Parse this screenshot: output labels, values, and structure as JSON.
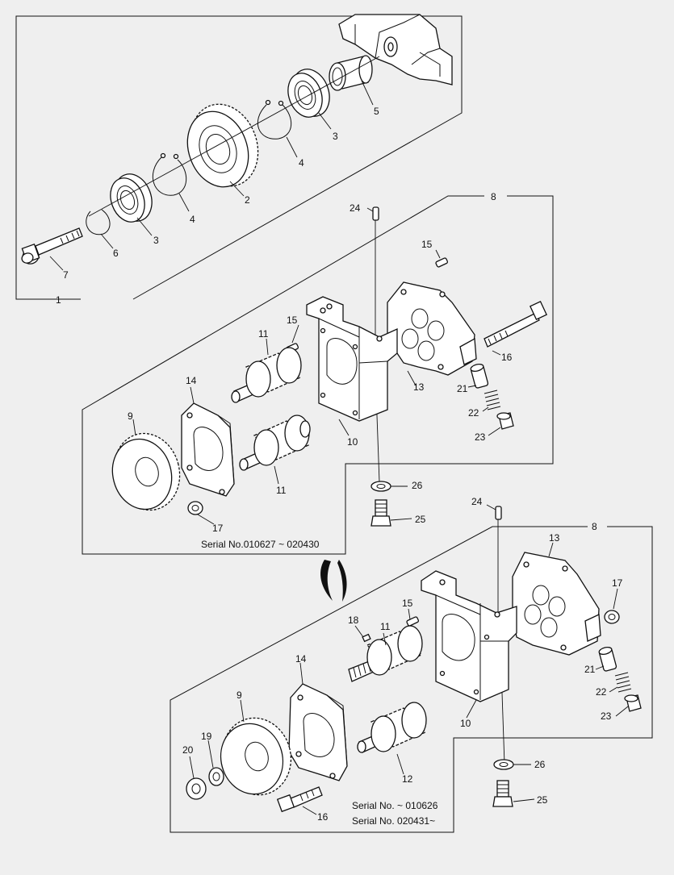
{
  "callouts": {
    "top": [
      "1",
      "2",
      "3",
      "3",
      "4",
      "4",
      "5",
      "6",
      "7"
    ],
    "middle": [
      "8",
      "9",
      "10",
      "11",
      "11",
      "13",
      "14",
      "15",
      "15",
      "16",
      "17",
      "21",
      "22",
      "23",
      "24",
      "25",
      "26"
    ],
    "bottom": [
      "8",
      "9",
      "10",
      "11",
      "12",
      "13",
      "14",
      "15",
      "16",
      "17",
      "18",
      "19",
      "20",
      "21",
      "22",
      "23",
      "24",
      "25",
      "26"
    ]
  },
  "serial_notes": {
    "middle": "Serial No.010627 ~ 020430",
    "bottom_line1": "Serial No. ~ 010626",
    "bottom_line2": "Serial No. 020431~"
  },
  "colors": {
    "background": "#efefef",
    "line": "#111111",
    "fill": "#ffffff"
  }
}
